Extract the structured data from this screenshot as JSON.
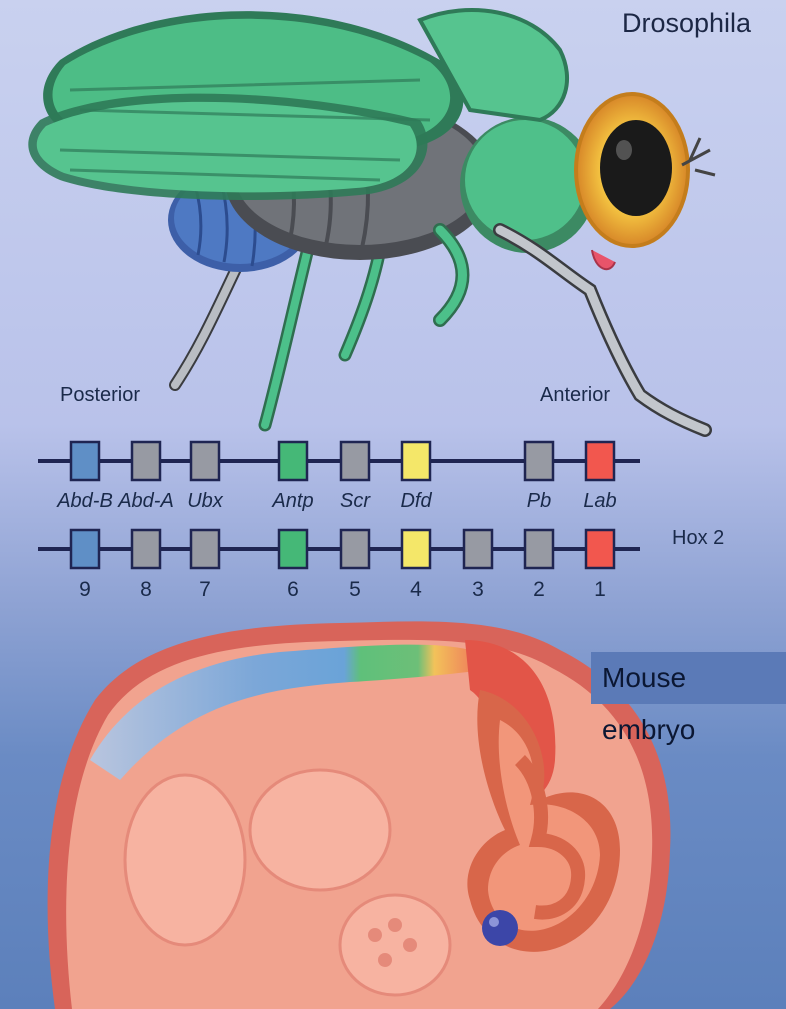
{
  "fly_label": "Drosophila",
  "axis": {
    "posterior": "Posterior",
    "anterior": "Anterior"
  },
  "hox2_label": "Hox 2",
  "mouse_label": "Mouse embryo",
  "fly_genes": [
    {
      "name": "Abd-B",
      "color": "#5f8fc6"
    },
    {
      "name": "Abd-A",
      "color": "#979aa3"
    },
    {
      "name": "Ubx",
      "color": "#979aa3"
    },
    {
      "name": "Antp",
      "color": "#45b877"
    },
    {
      "name": "Scr",
      "color": "#979aa3"
    },
    {
      "name": "Dfd",
      "color": "#f4e769"
    },
    {
      "name": "Pb",
      "color": "#979aa3"
    },
    {
      "name": "Lab",
      "color": "#f2574e"
    }
  ],
  "hox2_genes": [
    {
      "number": "9",
      "color": "#5f8fc6"
    },
    {
      "number": "8",
      "color": "#979aa3"
    },
    {
      "number": "7",
      "color": "#979aa3"
    },
    {
      "number": "6",
      "color": "#45b877"
    },
    {
      "number": "5",
      "color": "#979aa3"
    },
    {
      "number": "4",
      "color": "#f4e769"
    },
    {
      "number": "3",
      "color": "#979aa3"
    },
    {
      "number": "2",
      "color": "#979aa3"
    },
    {
      "number": "1",
      "color": "#f2574e"
    }
  ],
  "colors": {
    "background_top": "#c6cdee",
    "background_bottom": "#5d83bd",
    "fly_wing": "#4dbd86",
    "fly_abdomen": "#4e79c3",
    "fly_thorax": "#6d6f75",
    "fly_eye": "#f0b53b",
    "embryo_skin": "#f1a38f",
    "embryo_brain": "#d8664a"
  }
}
